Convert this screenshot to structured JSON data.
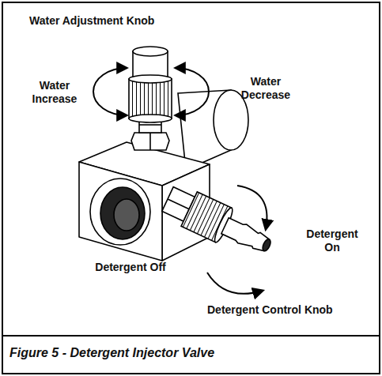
{
  "diagram": {
    "caption": "Figure 5 - Detergent Injector Valve",
    "labels": [
      "Water Adjustment Knob",
      "Water Increase",
      "Water Decrease",
      "Detergent On",
      "Detergent Off",
      "Detergent Control Knob"
    ]
  }
}
